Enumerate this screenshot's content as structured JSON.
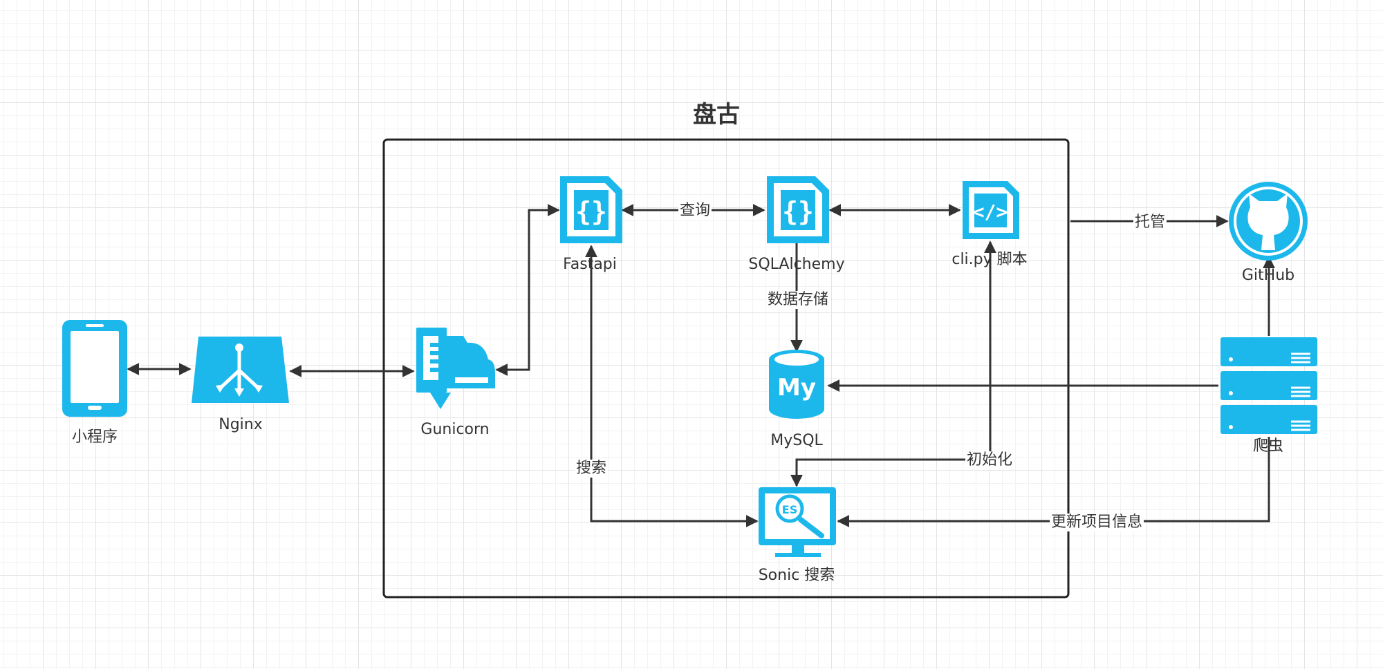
{
  "diagram": {
    "title": "盘古",
    "nodes": {
      "miniapp": "小程序",
      "nginx": "Nginx",
      "gunicorn": "Gunicorn",
      "fastapi": "Fastapi",
      "sqlalchemy": "SQLAlchemy",
      "cli": "cli.py 脚本",
      "mysql": "MySQL",
      "sonic": "Sonic 搜索",
      "github": "GitHub",
      "crawler": "爬虫"
    },
    "edges": {
      "query": "查询",
      "data_storage": "数据存储",
      "search": "搜索",
      "init": "初始化",
      "hosting": "托管",
      "update_info": "更新项目信息"
    },
    "colors": {
      "icon": "#1cb8ec",
      "line": "#333333",
      "frame": "#222222"
    }
  }
}
